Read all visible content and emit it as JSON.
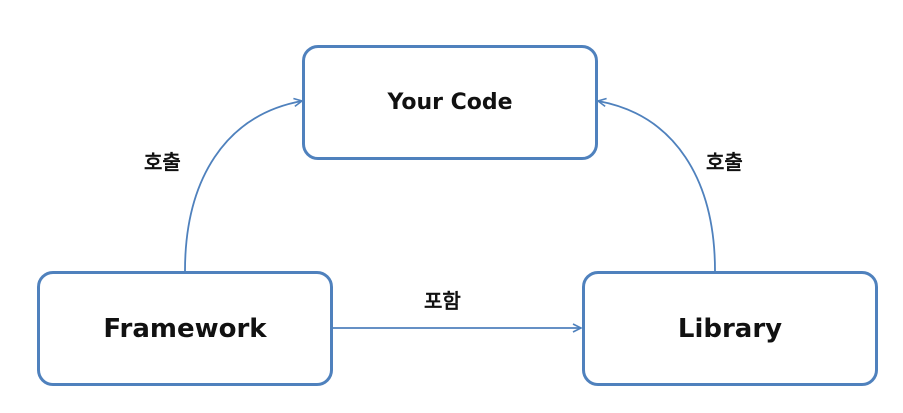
{
  "nodes": {
    "your_code": "Your Code",
    "framework": "Framework",
    "library": "Library"
  },
  "edges": {
    "framework_to_code": "호출",
    "library_to_code": "호출",
    "framework_to_library": "포함"
  },
  "colors": {
    "accent": "#4f81bd",
    "text": "#111111",
    "background": "#ffffff"
  }
}
